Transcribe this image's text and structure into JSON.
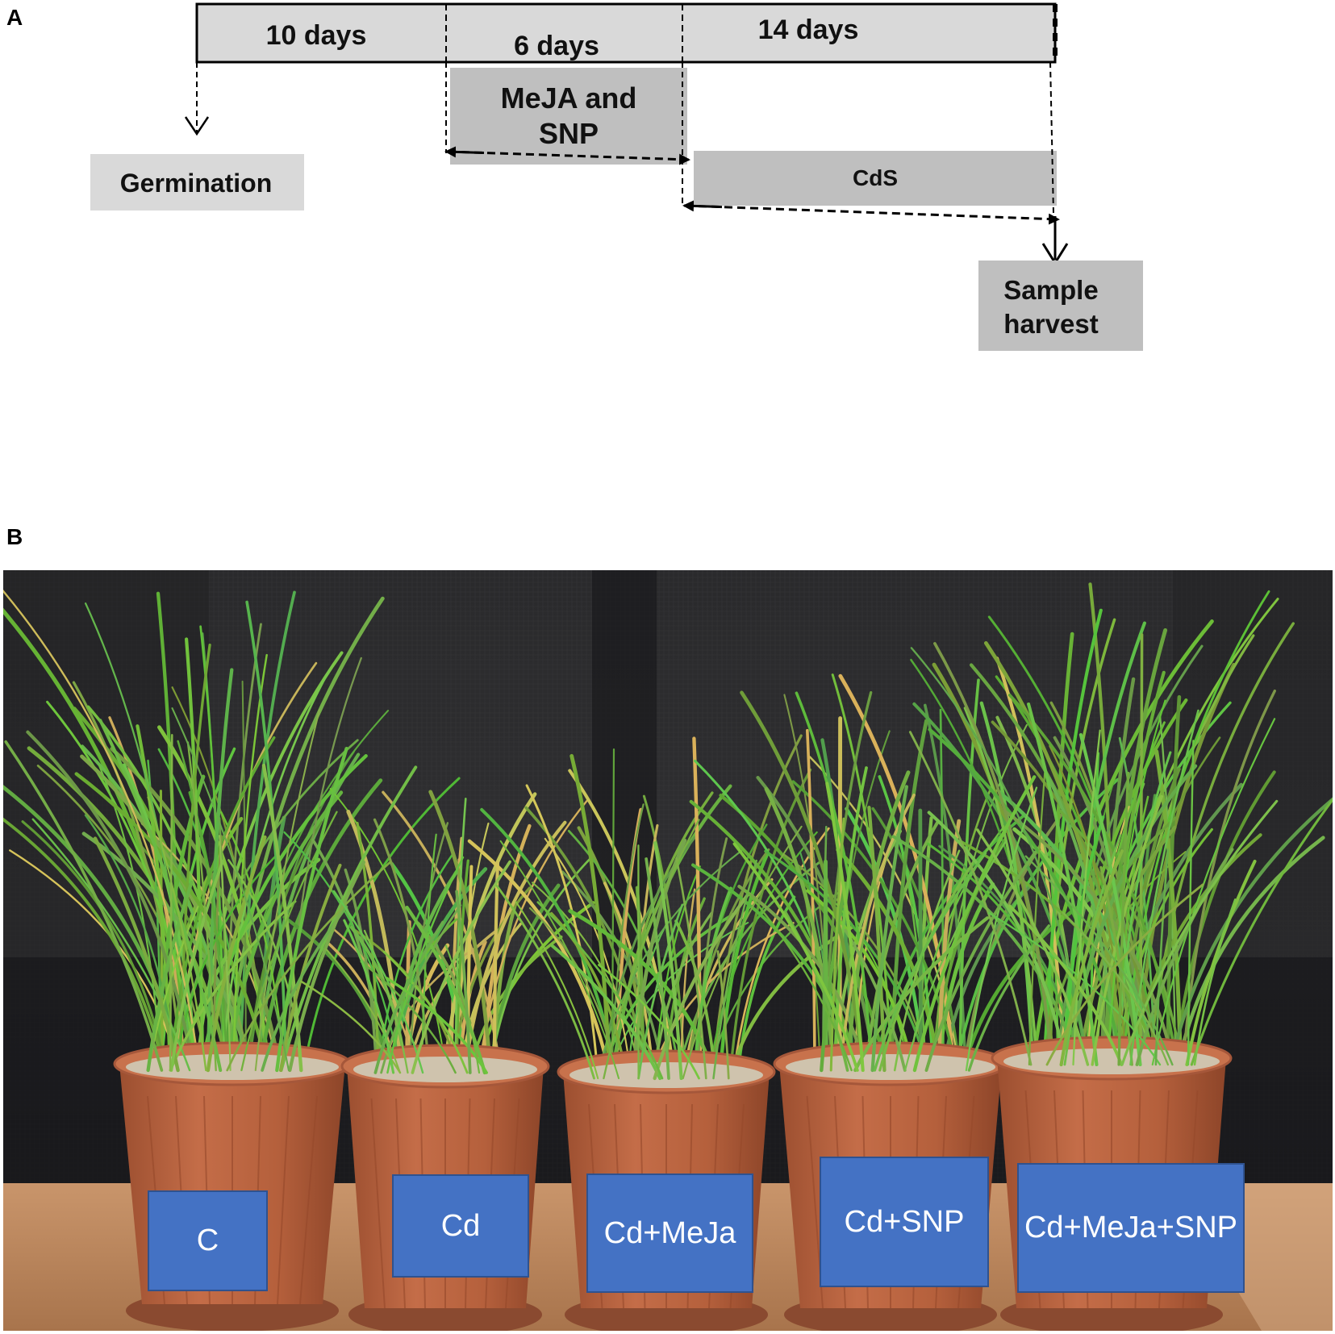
{
  "panel_a": {
    "letter": "A",
    "timeline": {
      "periods": [
        "10 days",
        "6 days",
        "14 days"
      ]
    },
    "boxes": {
      "germination": "Germination",
      "treatment_line1": "MeJA and",
      "treatment_line2": "SNP",
      "cds": "CdS",
      "harvest_line1": "Sample",
      "harvest_line2": "harvest"
    }
  },
  "panel_b": {
    "letter": "B",
    "pot_labels": [
      "C",
      "Cd",
      "Cd+MeJa",
      "Cd+SNP",
      "Cd+MeJa+SNP"
    ]
  },
  "colors": {
    "timeline_fill": "#d9d9d9",
    "step_fill": "#bfbfbf",
    "label_blue": "#4472c4",
    "pot_terracotta": "#b8613e",
    "grass_green": "#6faa3a"
  }
}
